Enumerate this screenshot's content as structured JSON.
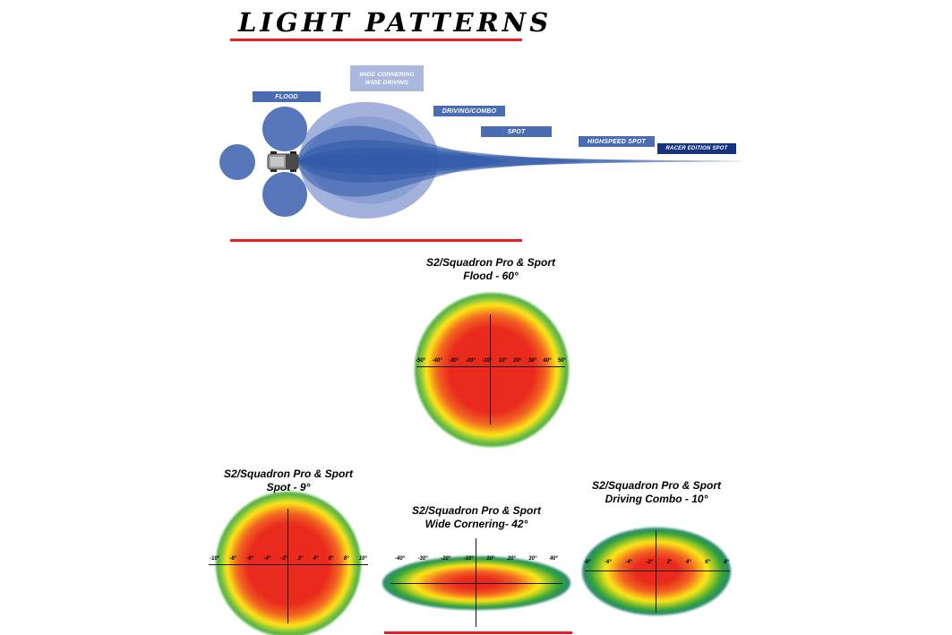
{
  "page": {
    "title": "LIGHT PATTERNS"
  },
  "beam_labels": {
    "flood": "FLOOD",
    "wide_line1": "WIDE CORNERING",
    "wide_line2": "WIDE DRIVING",
    "driving_combo": "DRIVING/COMBO",
    "spot": "SPOT",
    "highspeed_spot": "HIGHSPEED SPOT",
    "racer_edition_spot": "RACER EDITION SPOT"
  },
  "patterns": {
    "flood": {
      "title_line1": "S2/Squadron Pro & Sport",
      "title_line2": "Flood - 60°",
      "ticks": [
        "-50°",
        "-40°",
        "-30°",
        "-20°",
        "-10°",
        "10°",
        "20°",
        "30°",
        "40°",
        "50°"
      ]
    },
    "spot": {
      "title_line1": "S2/Squadron Pro & Sport",
      "title_line2": "Spot - 9°",
      "ticks": [
        "-10°",
        "-8°",
        "-6°",
        "-4°",
        "-2°",
        "2°",
        "4°",
        "6°",
        "8°",
        "10°"
      ]
    },
    "wide_cornering": {
      "title_line1": "S2/Squadron Pro & Sport",
      "title_line2": "Wide Cornering- 42°",
      "ticks": [
        "-40°",
        "-30°",
        "-20°",
        "-10°",
        "10°",
        "20°",
        "30°",
        "40°"
      ]
    },
    "driving_combo": {
      "title_line1": "S2/Squadron Pro & Sport",
      "title_line2": "Driving Combo - 10°",
      "ticks": [
        "-8°",
        "-6°",
        "-4°",
        "-2°",
        "2°",
        "4°",
        "6°",
        "8°"
      ]
    }
  },
  "colors": {
    "accent_red": "#ed1c24",
    "beam_blue": "#2f57a8",
    "beam_light_blue": "#a3b2dc",
    "label_blue": "#4a6cb3",
    "label_dark_blue": "#15337f",
    "heat_scale": [
      "#ea2a1d",
      "#f26522",
      "#ffe816",
      "#2fa23c",
      "#2a67b6"
    ]
  }
}
